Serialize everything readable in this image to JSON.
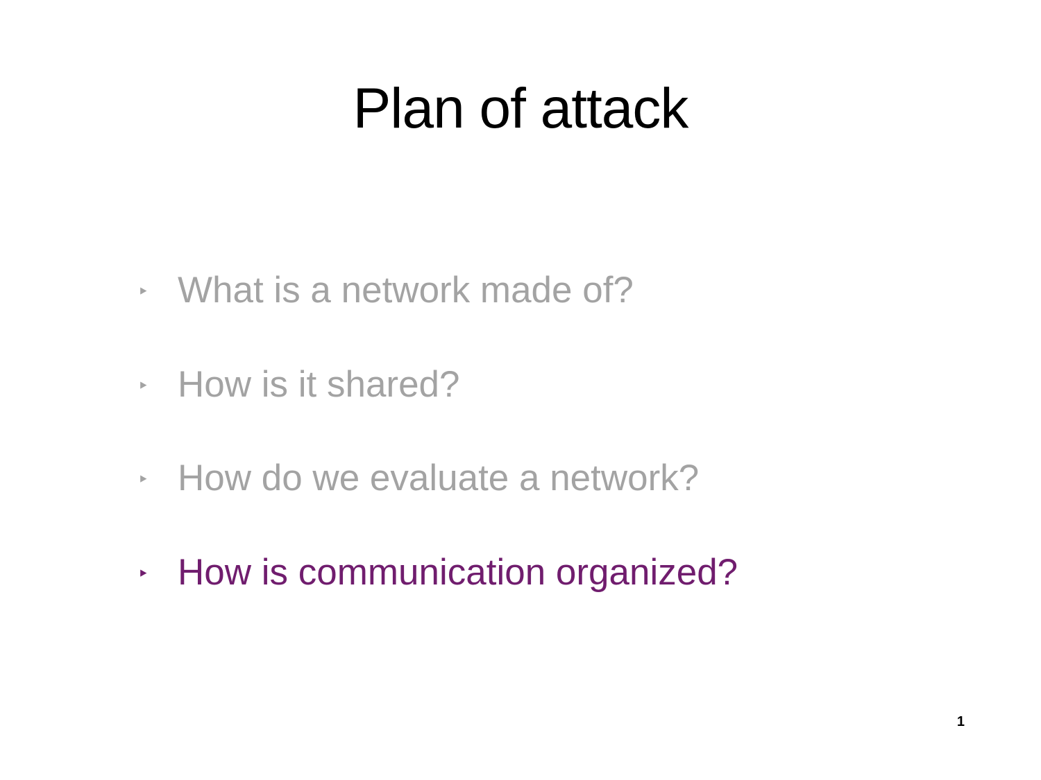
{
  "slide": {
    "title": "Plan of attack",
    "bullets": [
      {
        "text": "What is a network made of?",
        "color": "#a3a3a3"
      },
      {
        "text": "How is it shared?",
        "color": "#a3a3a3"
      },
      {
        "text": "How do we evaluate a network?",
        "color": "#a3a3a3"
      },
      {
        "text": "How is communication organized?",
        "color": "#701d6e"
      }
    ],
    "bullet_marker": "‣",
    "page_number": "1"
  },
  "colors": {
    "background": "#ffffff",
    "title_text": "#000000",
    "inactive_bullet": "#a3a3a3",
    "active_bullet": "#701d6e"
  }
}
